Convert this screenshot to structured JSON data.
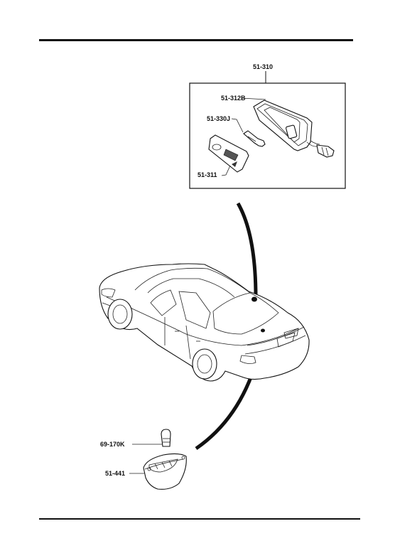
{
  "parts": {
    "assembly": "51-310",
    "lens": "51-312B",
    "bulb": "51-330J",
    "socket_bulb": "69-170K",
    "cover": "51-311",
    "lamp_lower": "51-441"
  },
  "icons": {
    "car": "sedan-car-icon",
    "lamp": "interior-lamp-icon",
    "bulb": "bulb-icon"
  }
}
